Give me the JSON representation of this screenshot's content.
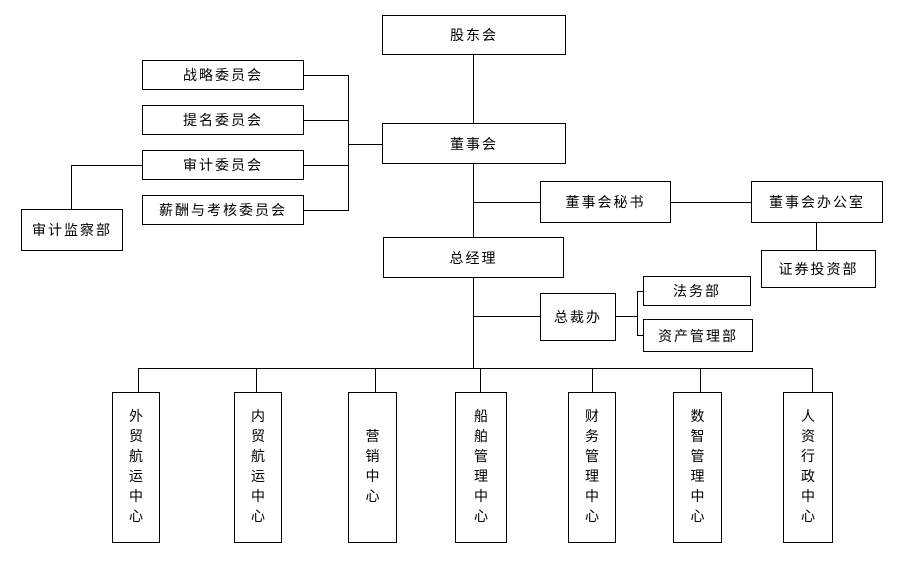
{
  "diagram_type": "organization-chart",
  "colors": {
    "background": "#ffffff",
    "line": "#000000",
    "text": "#000000",
    "box_border": "#000000"
  },
  "nodes": {
    "shareholders_meeting": {
      "label": "股东会"
    },
    "board_of_directors": {
      "label": "董事会"
    },
    "strategy_committee": {
      "label": "战略委员会"
    },
    "nomination_committee": {
      "label": "提名委员会"
    },
    "audit_committee": {
      "label": "审计委员会"
    },
    "remuneration_assessment_committee": {
      "label": "薪酬与考核委员会"
    },
    "audit_supervision_dept": {
      "label": "审计监察部"
    },
    "board_secretary": {
      "label": "董事会秘书"
    },
    "board_office": {
      "label": "董事会办公室"
    },
    "securities_investment_dept": {
      "label": "证券投资部"
    },
    "general_manager": {
      "label": "总经理"
    },
    "president_office": {
      "label": "总裁办"
    },
    "legal_dept": {
      "label": "法务部"
    },
    "asset_management_dept": {
      "label": "资产管理部"
    },
    "foreign_trade_shipping_center": {
      "label": "外贸航运中心"
    },
    "domestic_trade_shipping_center": {
      "label": "内贸航运中心"
    },
    "marketing_center": {
      "label": "营销中心"
    },
    "ship_management_center": {
      "label": "船舶管理中心"
    },
    "finance_management_center": {
      "label": "财务管理中心"
    },
    "digital_intelligence_management_center": {
      "label": "数智管理中心"
    },
    "hr_admin_center": {
      "label": "人资行政中心"
    }
  },
  "edges": [
    [
      "shareholders_meeting",
      "board_of_directors"
    ],
    [
      "board_of_directors",
      "strategy_committee"
    ],
    [
      "board_of_directors",
      "nomination_committee"
    ],
    [
      "board_of_directors",
      "audit_committee"
    ],
    [
      "board_of_directors",
      "remuneration_assessment_committee"
    ],
    [
      "audit_committee",
      "audit_supervision_dept"
    ],
    [
      "board_of_directors",
      "board_secretary"
    ],
    [
      "board_secretary",
      "board_office"
    ],
    [
      "board_office",
      "securities_investment_dept"
    ],
    [
      "board_of_directors",
      "general_manager"
    ],
    [
      "general_manager",
      "president_office"
    ],
    [
      "president_office",
      "legal_dept"
    ],
    [
      "president_office",
      "asset_management_dept"
    ],
    [
      "general_manager",
      "foreign_trade_shipping_center"
    ],
    [
      "general_manager",
      "domestic_trade_shipping_center"
    ],
    [
      "general_manager",
      "marketing_center"
    ],
    [
      "general_manager",
      "ship_management_center"
    ],
    [
      "general_manager",
      "finance_management_center"
    ],
    [
      "general_manager",
      "digital_intelligence_management_center"
    ],
    [
      "general_manager",
      "hr_admin_center"
    ]
  ]
}
